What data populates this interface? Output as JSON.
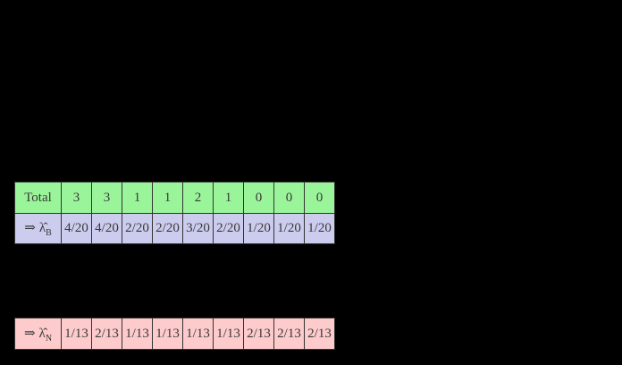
{
  "slide": {
    "background_color": "#000000",
    "note": "black slide canvas; only the two colored tables are legible",
    "colors": {
      "total_row_bg": "#9af59a",
      "lambda_b_row_bg": "#ccccee",
      "lambda_n_row_bg": "#fdcbcb",
      "cell_border": "#333333",
      "cell_text": "#383838"
    },
    "tables": {
      "counts_estimates": {
        "rows": {
          "total": {
            "label": "Total",
            "values": [
              "3",
              "3",
              "1",
              "1",
              "2",
              "1",
              "0",
              "0",
              "0"
            ]
          },
          "lambda_b": {
            "arrow": "⇒",
            "symbol": "λ̂",
            "subscript": "B",
            "values": [
              "4/20",
              "4/20",
              "2/20",
              "2/20",
              "3/20",
              "2/20",
              "1/20",
              "1/20",
              "1/20"
            ]
          }
        }
      },
      "lambda_n": {
        "arrow": "⇒",
        "symbol": "λ̂",
        "subscript": "N",
        "values": [
          "1/13",
          "2/13",
          "1/13",
          "1/13",
          "1/13",
          "1/13",
          "2/13",
          "2/13",
          "2/13"
        ]
      }
    }
  }
}
